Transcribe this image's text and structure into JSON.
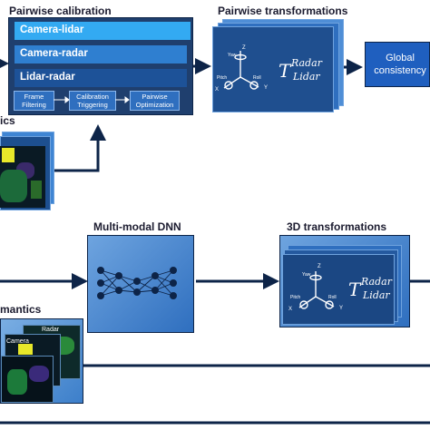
{
  "pairwise_calibration": {
    "title": "Pairwise calibration",
    "pairs": [
      "Camera-lidar",
      "Camera-radar",
      "Lidar-radar"
    ],
    "steps": [
      "Frame Filtering",
      "Calibration Triggering",
      "Pairwise Optimization"
    ]
  },
  "pairwise_transformations": {
    "title": "Pairwise transformations",
    "axes": {
      "x": "X",
      "y": "Y",
      "z": "Z",
      "yaw": "Yaw",
      "pitch": "Pitch",
      "roll": "Roll"
    },
    "transform": {
      "symbol": "T",
      "super": "Radar",
      "sub": "Lidar"
    }
  },
  "global_consistency": {
    "label": "Global consistency"
  },
  "semantics_top": {
    "label": "ics"
  },
  "dnn": {
    "title": "Multi-modal DNN"
  },
  "transformations_3d": {
    "title": "3D transformations",
    "axes": {
      "x": "X",
      "y": "Y",
      "z": "Z",
      "yaw": "Yaw",
      "pitch": "Pitch",
      "roll": "Roll"
    },
    "transform": {
      "symbol": "T",
      "super": "Radar",
      "sub": "Lidar"
    }
  },
  "semantics_bottom": {
    "label": "mantics",
    "layers": [
      "Radar",
      "Camera"
    ]
  },
  "colors": {
    "navy": "#0d2448",
    "accent": "#2f6fbf",
    "light": "#33aaf2"
  }
}
